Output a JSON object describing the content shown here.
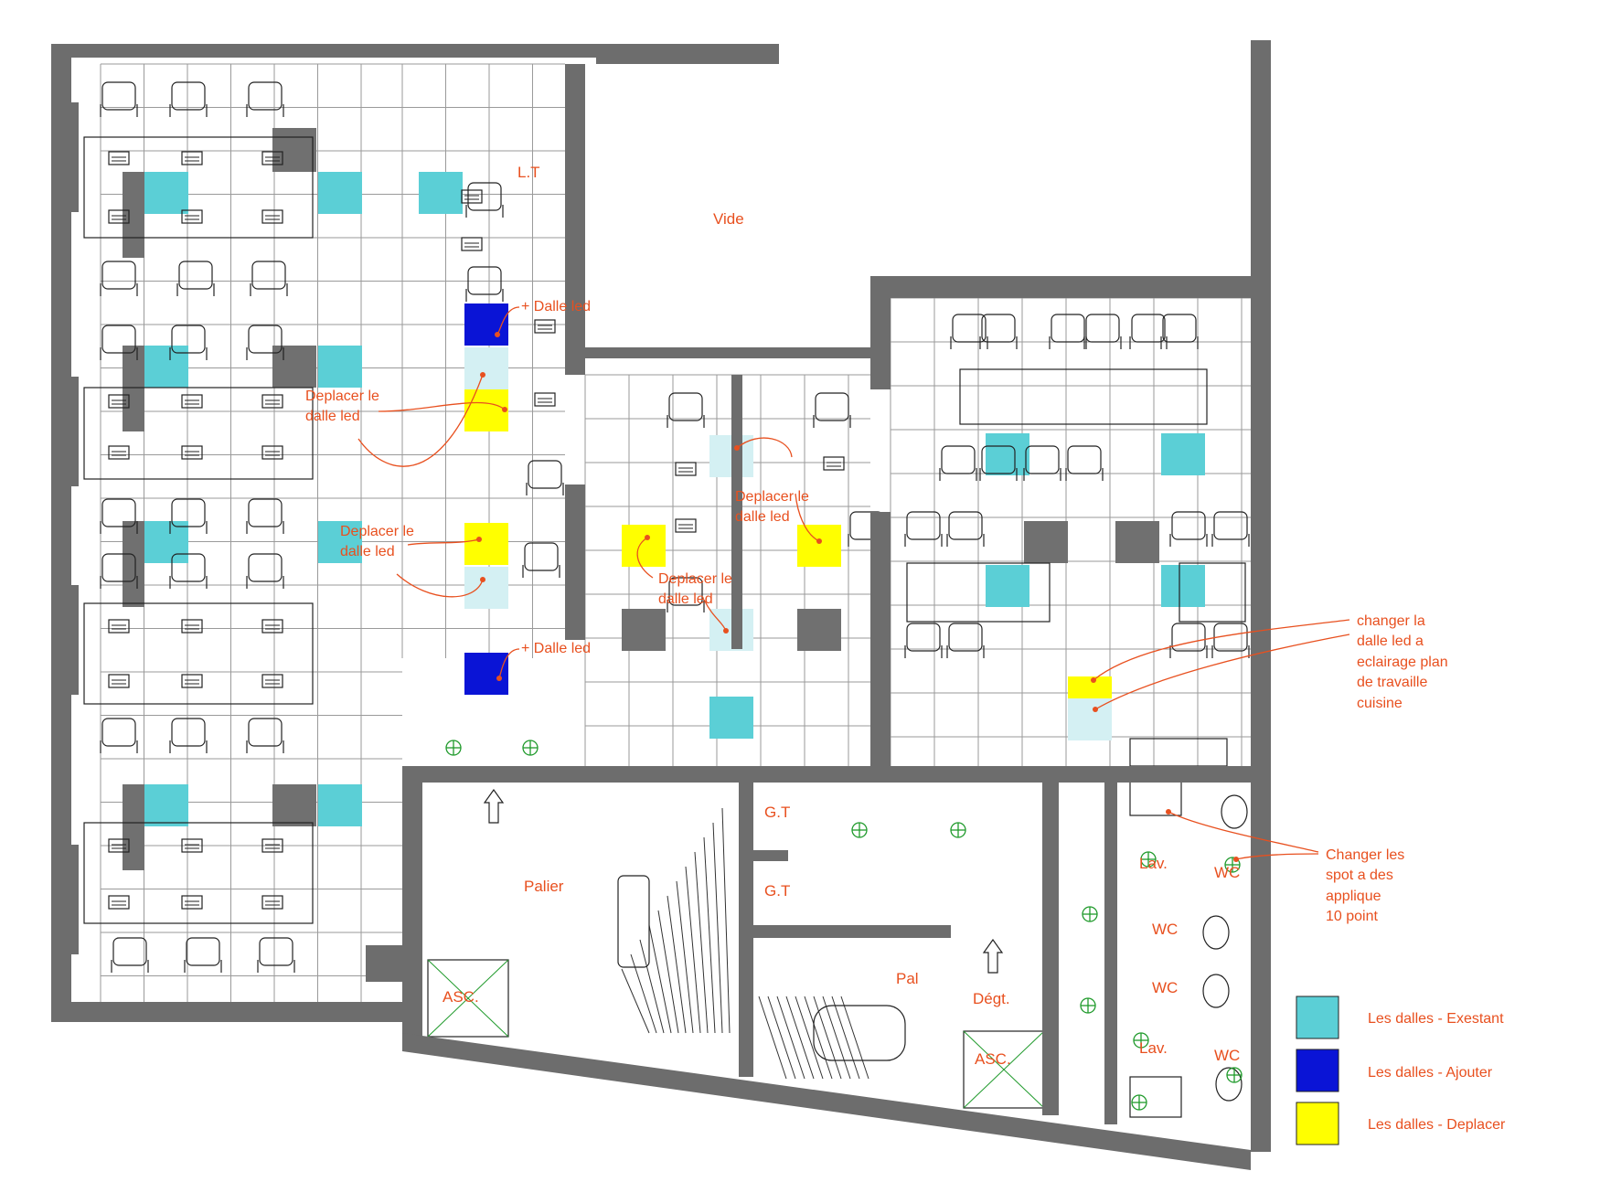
{
  "rooms": {
    "lt": "L.T",
    "vide": "Vide",
    "palier": "Palier",
    "pal": "Pal",
    "degt": "Dégt.",
    "asc1": "ASC.",
    "asc2": "ASC.",
    "gt1": "G.T",
    "gt2": "G.T",
    "lav1": "Lav.",
    "lav2": "Lav.",
    "wc1": "WC",
    "wc2": "WC",
    "wc3": "WC",
    "wc4": "WC"
  },
  "annotations": {
    "add_1": "+ Dalle led",
    "add_2": "+ Dalle led",
    "move_1": [
      "Deplacer le",
      "dalle led"
    ],
    "move_2": [
      "Deplacer le",
      "dalle led"
    ],
    "move_3": [
      "Deplacer le",
      "dalle led"
    ],
    "move_4": [
      "Deplacer le",
      "dalle led"
    ],
    "kitchen": [
      "changer la",
      "dalle led a",
      "eclairage plan",
      "de travaille",
      "cuisine"
    ],
    "spots": [
      "Changer les",
      "spot a des",
      "applique",
      "10 point"
    ]
  },
  "legend": [
    {
      "label": "Les dalles - Exestant",
      "color": "#5bcfd6"
    },
    {
      "label": "Les dalles - Ajouter",
      "color": "#0a14d6"
    },
    {
      "label": "Les dalles - Deplacer",
      "color": "#ffff00"
    }
  ],
  "colors": {
    "existing": "#5bcfd6",
    "add": "#0a14d6",
    "move": "#ffff00",
    "moved_from": "#d4f0f3",
    "dark_tile": "#707070",
    "wall": "#6d6d6d",
    "annotation": "#e8501f",
    "spot": "#1f9a2b"
  },
  "icons": [
    "chair-icon",
    "desk-icon",
    "stair-icon",
    "light-spot-icon",
    "arrow-up-icon",
    "toilet-icon",
    "sink-icon"
  ]
}
